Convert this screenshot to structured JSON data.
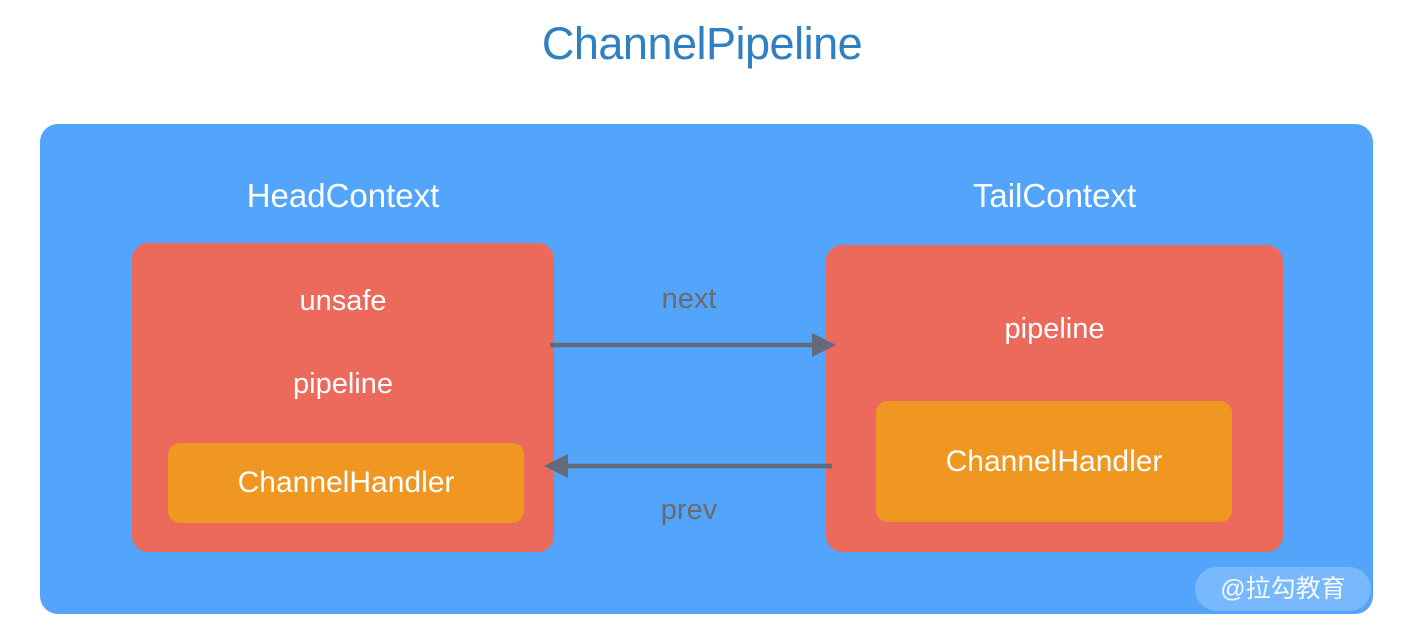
{
  "title": "ChannelPipeline",
  "colors": {
    "title_blue": "#2e80c2",
    "panel_blue": "#53a4fb",
    "context_red": "#ec6a5b",
    "handler_orange": "#ef9721",
    "arrow_gray": "#636b7a",
    "arrow_label_gray": "#6b6b6b",
    "text_white": "#ffffff",
    "background": "#ffffff"
  },
  "diagram": {
    "panel_name": "ChannelPipeline",
    "contexts": [
      {
        "title": "HeadContext",
        "fields": [
          "unsafe",
          "pipeline"
        ],
        "handler": "ChannelHandler"
      },
      {
        "title": "TailContext",
        "fields": [
          "pipeline"
        ],
        "handler": "ChannelHandler"
      }
    ],
    "arrows": [
      {
        "label": "next",
        "direction": "right",
        "from": "HeadContext",
        "to": "TailContext"
      },
      {
        "label": "prev",
        "direction": "left",
        "from": "TailContext",
        "to": "HeadContext"
      }
    ]
  },
  "watermark": {
    "text": "@拉勾教育"
  }
}
